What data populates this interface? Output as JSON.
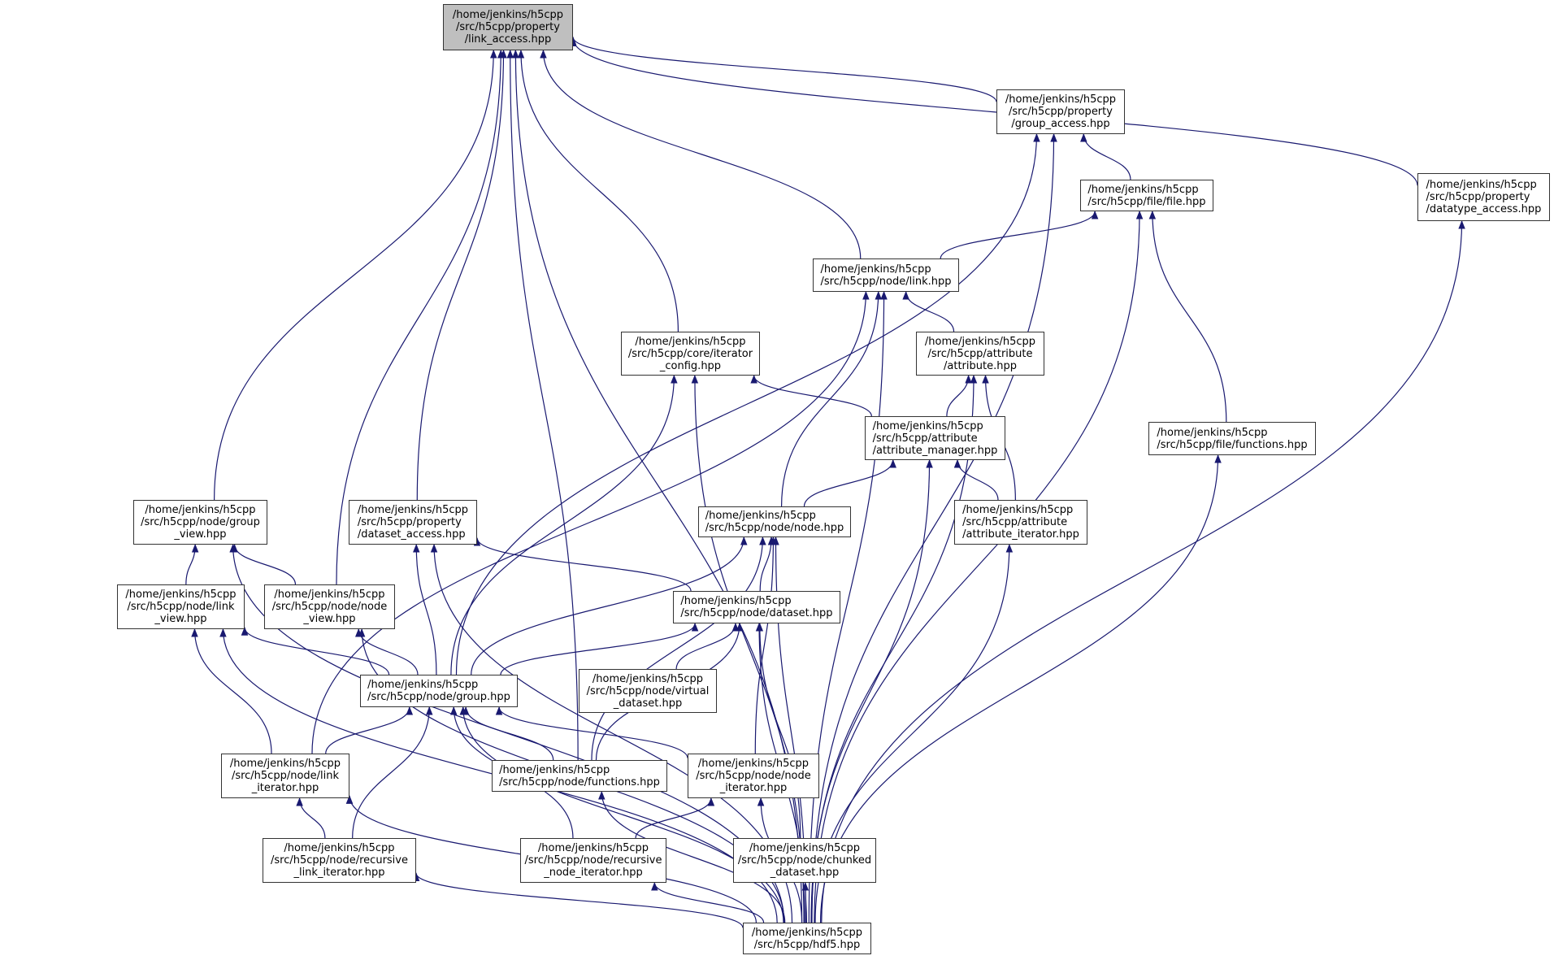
{
  "diagram": {
    "type": "include-dependency-graph",
    "colors": {
      "edge": "#191970",
      "root_fill": "#bfbfbf",
      "node_fill": "#ffffff",
      "border": "#333333"
    },
    "root": "link_access",
    "nodes": [
      {
        "id": "link_access",
        "label": "/home/jenkins/h5cpp\n/src/h5cpp/property\n/link_access.hpp"
      },
      {
        "id": "group_access",
        "label": "/home/jenkins/h5cpp\n/src/h5cpp/property\n/group_access.hpp"
      },
      {
        "id": "datatype_access",
        "label": "/home/jenkins/h5cpp\n/src/h5cpp/property\n/datatype_access.hpp"
      },
      {
        "id": "file",
        "label": "/home/jenkins/h5cpp\n/src/h5cpp/file/file.hpp"
      },
      {
        "id": "link",
        "label": "/home/jenkins/h5cpp\n/src/h5cpp/node/link.hpp"
      },
      {
        "id": "iterator_config",
        "label": "/home/jenkins/h5cpp\n/src/h5cpp/core/iterator\n_config.hpp"
      },
      {
        "id": "attribute",
        "label": "/home/jenkins/h5cpp\n/src/h5cpp/attribute\n/attribute.hpp"
      },
      {
        "id": "attribute_manager",
        "label": "/home/jenkins/h5cpp\n/src/h5cpp/attribute\n/attribute_manager.hpp"
      },
      {
        "id": "file_functions",
        "label": "/home/jenkins/h5cpp\n/src/h5cpp/file/functions.hpp"
      },
      {
        "id": "group_view",
        "label": "/home/jenkins/h5cpp\n/src/h5cpp/node/group\n_view.hpp"
      },
      {
        "id": "dataset_access",
        "label": "/home/jenkins/h5cpp\n/src/h5cpp/property\n/dataset_access.hpp"
      },
      {
        "id": "node",
        "label": "/home/jenkins/h5cpp\n/src/h5cpp/node/node.hpp"
      },
      {
        "id": "attribute_iterator",
        "label": "/home/jenkins/h5cpp\n/src/h5cpp/attribute\n/attribute_iterator.hpp"
      },
      {
        "id": "link_view",
        "label": "/home/jenkins/h5cpp\n/src/h5cpp/node/link\n_view.hpp"
      },
      {
        "id": "node_view",
        "label": "/home/jenkins/h5cpp\n/src/h5cpp/node/node\n_view.hpp"
      },
      {
        "id": "dataset",
        "label": "/home/jenkins/h5cpp\n/src/h5cpp/node/dataset.hpp"
      },
      {
        "id": "group",
        "label": "/home/jenkins/h5cpp\n/src/h5cpp/node/group.hpp"
      },
      {
        "id": "virtual_dataset",
        "label": "/home/jenkins/h5cpp\n/src/h5cpp/node/virtual\n_dataset.hpp"
      },
      {
        "id": "link_iterator",
        "label": "/home/jenkins/h5cpp\n/src/h5cpp/node/link\n_iterator.hpp"
      },
      {
        "id": "node_functions",
        "label": "/home/jenkins/h5cpp\n/src/h5cpp/node/functions.hpp"
      },
      {
        "id": "node_iterator",
        "label": "/home/jenkins/h5cpp\n/src/h5cpp/node/node\n_iterator.hpp"
      },
      {
        "id": "recursive_link_iterator",
        "label": "/home/jenkins/h5cpp\n/src/h5cpp/node/recursive\n_link_iterator.hpp"
      },
      {
        "id": "recursive_node_iterator",
        "label": "/home/jenkins/h5cpp\n/src/h5cpp/node/recursive\n_node_iterator.hpp"
      },
      {
        "id": "chunked_dataset",
        "label": "/home/jenkins/h5cpp\n/src/h5cpp/node/chunked\n_dataset.hpp"
      },
      {
        "id": "hdf5",
        "label": "/home/jenkins/h5cpp\n/src/h5cpp/hdf5.hpp"
      }
    ],
    "edges": [
      [
        "link_access",
        "group_access"
      ],
      [
        "link_access",
        "datatype_access"
      ],
      [
        "link_access",
        "link"
      ],
      [
        "link_access",
        "iterator_config"
      ],
      [
        "link_access",
        "group_view"
      ],
      [
        "link_access",
        "dataset_access"
      ],
      [
        "link_access",
        "node_view"
      ],
      [
        "link_access",
        "node_functions"
      ],
      [
        "link_access",
        "hdf5"
      ],
      [
        "group_access",
        "file"
      ],
      [
        "group_access",
        "group"
      ],
      [
        "group_access",
        "hdf5"
      ],
      [
        "datatype_access",
        "hdf5"
      ],
      [
        "file",
        "link"
      ],
      [
        "file",
        "file_functions"
      ],
      [
        "file",
        "hdf5"
      ],
      [
        "link",
        "attribute"
      ],
      [
        "link",
        "node"
      ],
      [
        "link",
        "link_iterator"
      ],
      [
        "link",
        "hdf5"
      ],
      [
        "iterator_config",
        "attribute_manager"
      ],
      [
        "iterator_config",
        "group"
      ],
      [
        "iterator_config",
        "hdf5"
      ],
      [
        "attribute",
        "attribute_manager"
      ],
      [
        "attribute",
        "attribute_iterator"
      ],
      [
        "attribute",
        "hdf5"
      ],
      [
        "attribute_manager",
        "node"
      ],
      [
        "attribute_manager",
        "attribute_iterator"
      ],
      [
        "attribute_manager",
        "hdf5"
      ],
      [
        "file_functions",
        "hdf5"
      ],
      [
        "group_view",
        "link_view"
      ],
      [
        "group_view",
        "node_view"
      ],
      [
        "group_view",
        "hdf5"
      ],
      [
        "dataset_access",
        "dataset"
      ],
      [
        "dataset_access",
        "group"
      ],
      [
        "dataset_access",
        "hdf5"
      ],
      [
        "node",
        "dataset"
      ],
      [
        "node",
        "group"
      ],
      [
        "node",
        "node_functions"
      ],
      [
        "node",
        "node_iterator"
      ],
      [
        "node",
        "hdf5"
      ],
      [
        "attribute_iterator",
        "hdf5"
      ],
      [
        "link_view",
        "group"
      ],
      [
        "link_view",
        "link_iterator"
      ],
      [
        "link_view",
        "hdf5"
      ],
      [
        "node_view",
        "group"
      ],
      [
        "node_view",
        "hdf5"
      ],
      [
        "dataset",
        "group"
      ],
      [
        "dataset",
        "virtual_dataset"
      ],
      [
        "dataset",
        "node_functions"
      ],
      [
        "dataset",
        "chunked_dataset"
      ],
      [
        "dataset",
        "hdf5"
      ],
      [
        "group",
        "link_iterator"
      ],
      [
        "group",
        "node_functions"
      ],
      [
        "group",
        "node_iterator"
      ],
      [
        "group",
        "recursive_link_iterator"
      ],
      [
        "group",
        "recursive_node_iterator"
      ],
      [
        "group",
        "hdf5"
      ],
      [
        "link_iterator",
        "recursive_link_iterator"
      ],
      [
        "link_iterator",
        "hdf5"
      ],
      [
        "node_functions",
        "hdf5"
      ],
      [
        "node_iterator",
        "recursive_node_iterator"
      ],
      [
        "node_iterator",
        "hdf5"
      ],
      [
        "recursive_link_iterator",
        "hdf5"
      ],
      [
        "recursive_node_iterator",
        "hdf5"
      ],
      [
        "chunked_dataset",
        "hdf5"
      ]
    ]
  }
}
